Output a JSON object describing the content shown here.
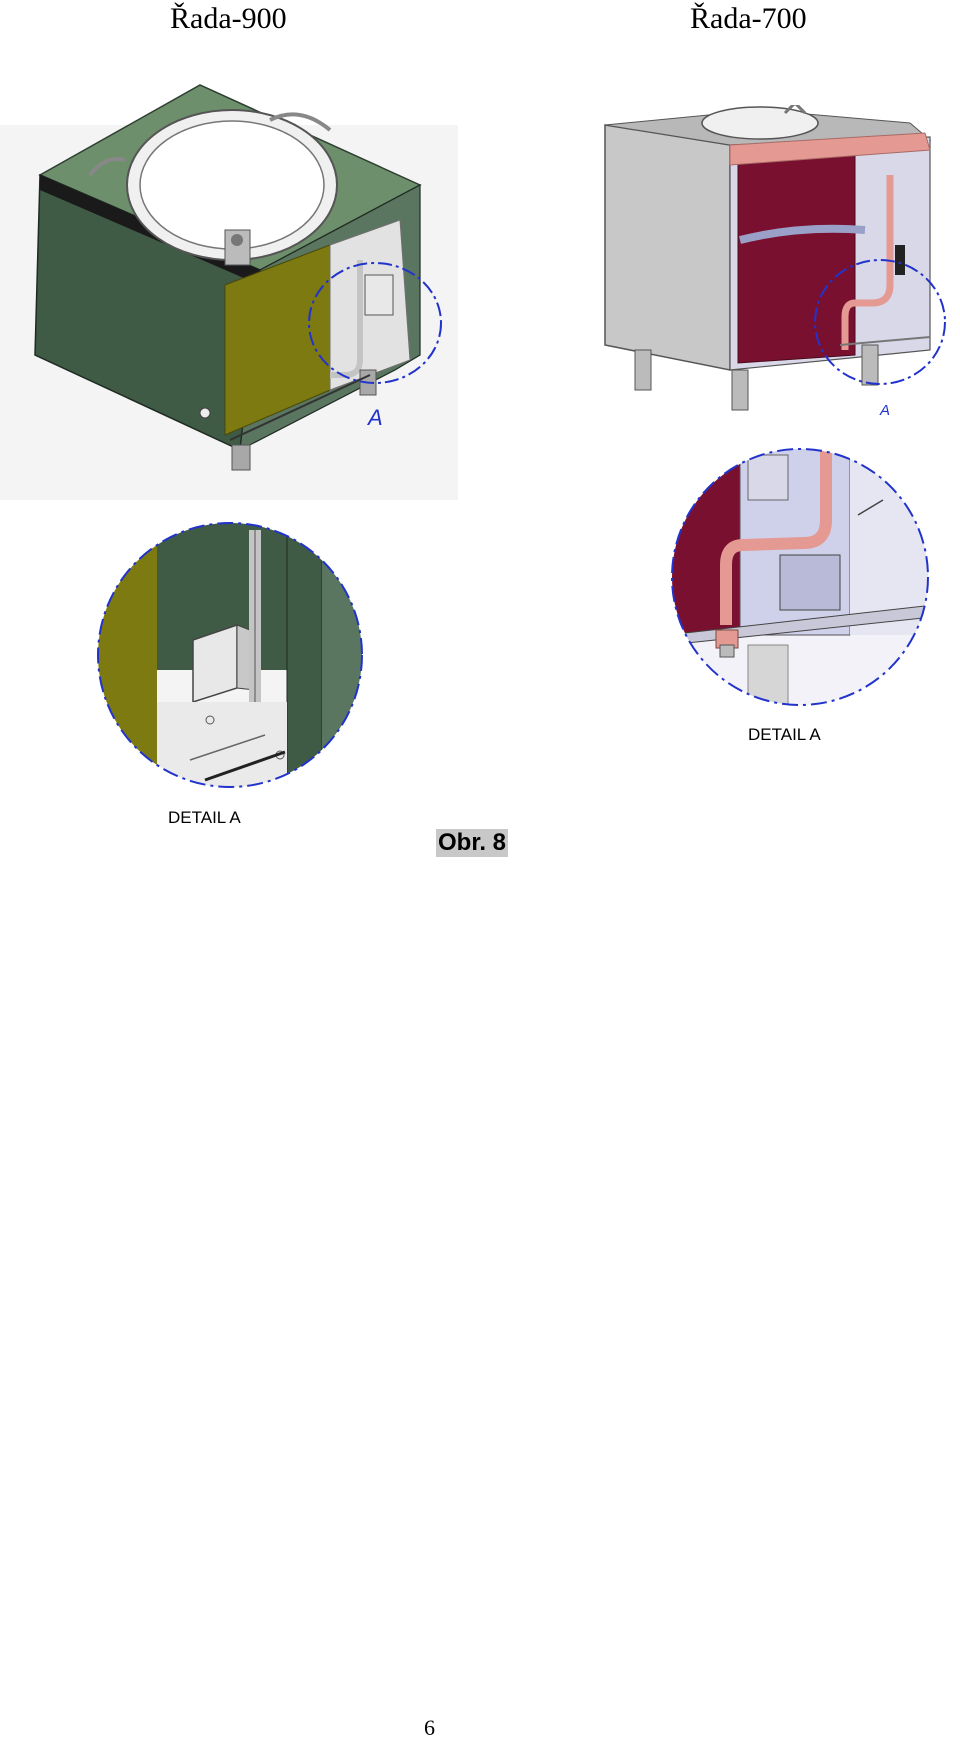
{
  "headings": {
    "left": "Řada-900",
    "right": "Řada-700"
  },
  "figures": {
    "left_main": {
      "callout": "A"
    },
    "right_main": {
      "callout": "A"
    },
    "left_detail_label": "DETAIL A",
    "right_detail_label": "DETAIL A"
  },
  "caption": "Obr. 8",
  "page_number": "6",
  "colors": {
    "frame_green": "#3f5a45",
    "top_green": "#6e8f6b",
    "tank_olive": "#7c7a10",
    "tank_red": "#7a1030",
    "detail_circle": "#2233cc",
    "pipe_pink": "#e49a92",
    "steel_gray": "#a8a8a8"
  }
}
